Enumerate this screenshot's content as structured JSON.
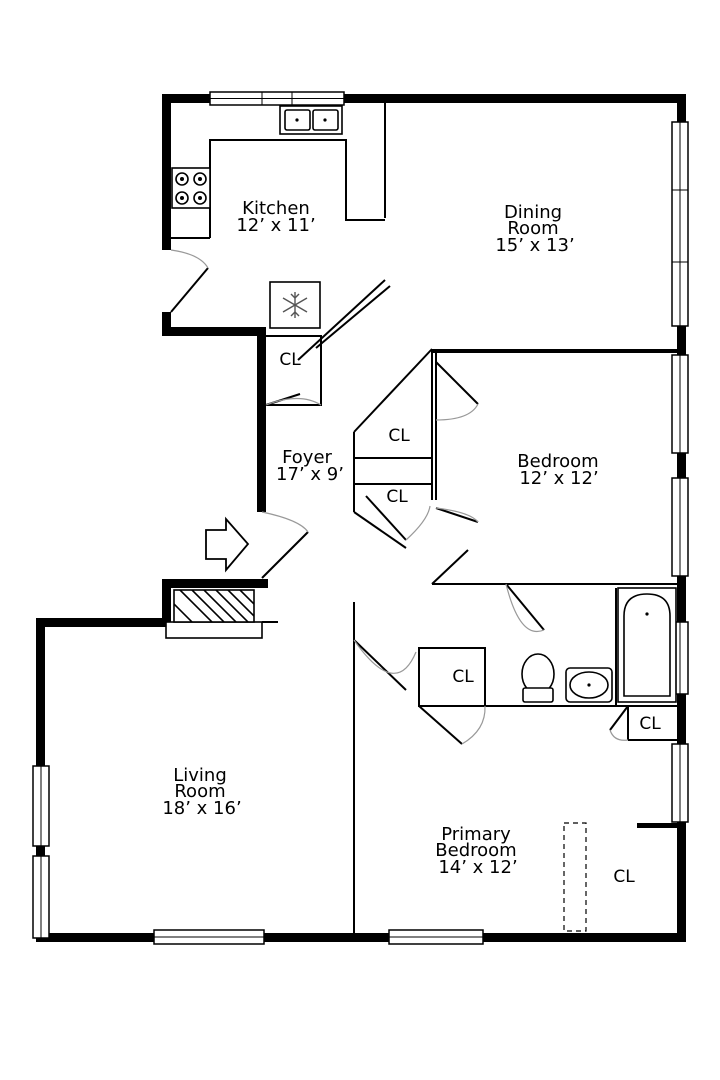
{
  "rooms": {
    "kitchen": {
      "name": "Kitchen",
      "dims": "12’ x 11’"
    },
    "dining": {
      "name_line1": "Dining",
      "name_line2": "Room",
      "dims": "15’ x 13’"
    },
    "foyer": {
      "name": "Foyer",
      "dims": "17’ x 9’"
    },
    "bedroom": {
      "name": "Bedroom",
      "dims": "12’ x 12’"
    },
    "living": {
      "name_line1": "Living",
      "name_line2": "Room",
      "dims": "18’ x 16’"
    },
    "primary": {
      "name_line1": "Primary",
      "name_line2": "Bedroom",
      "dims": "14’ x 12’"
    }
  },
  "closets": {
    "foyer_cl": "CL",
    "upper_cl": "CL",
    "lower_cl": "CL",
    "hall_cl": "CL",
    "bath_cl": "CL",
    "primary_cl": "CL"
  },
  "icons": {
    "snowflake": "freezer-snowflake-icon",
    "entry": "entry-arrow-icon"
  }
}
